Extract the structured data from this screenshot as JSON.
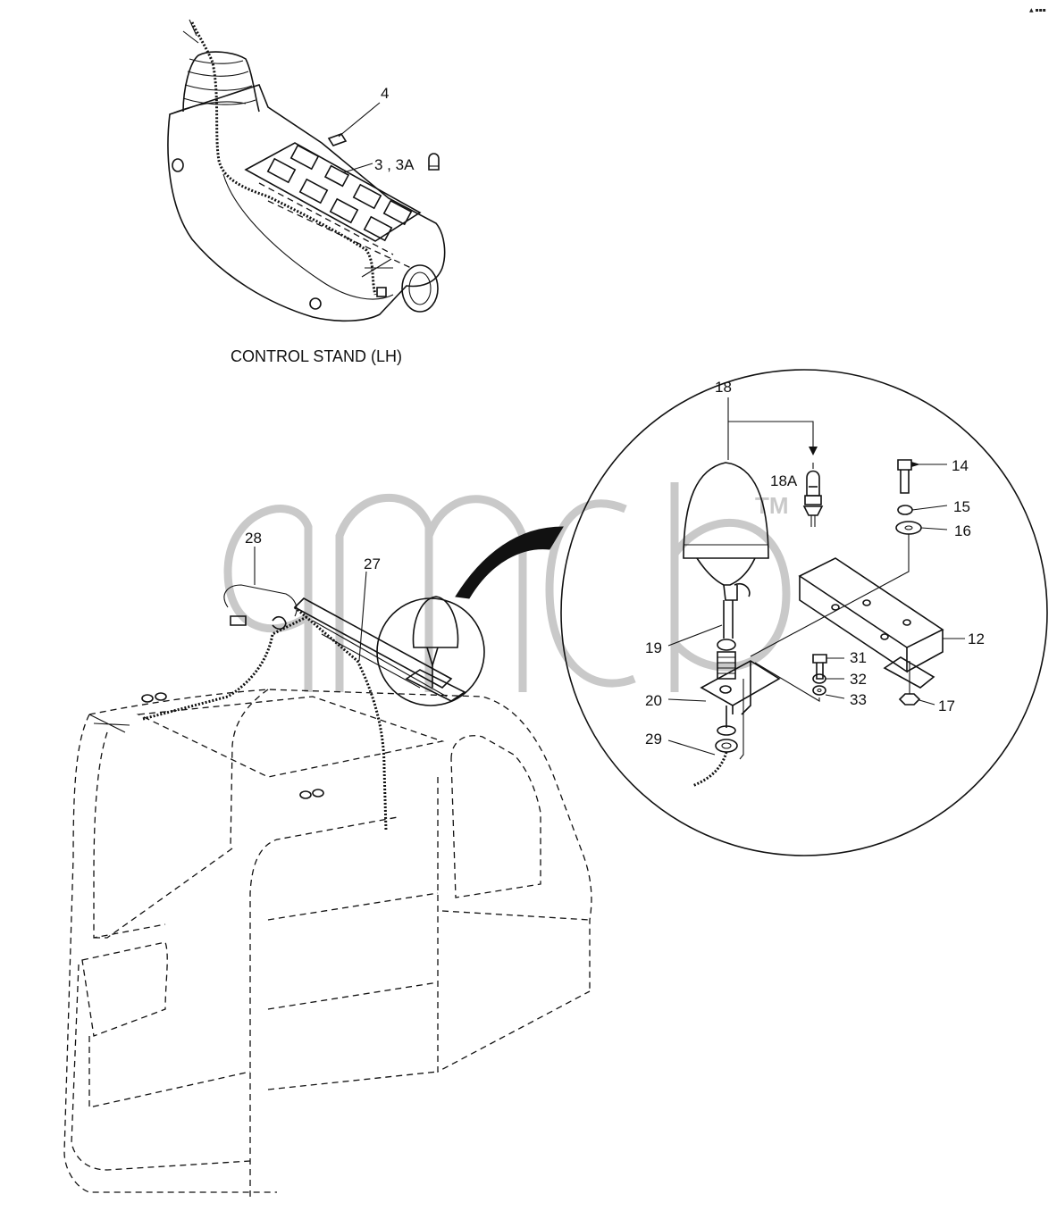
{
  "caption": "CONTROL STAND (LH)",
  "watermark": {
    "text": "TM"
  },
  "callouts": {
    "c4": "4",
    "c3": "3 , 3A",
    "c18": "18",
    "c18a": "18A",
    "c14": "14",
    "c15": "15",
    "c16": "16",
    "c12": "12",
    "c19": "19",
    "c31": "31",
    "c32": "32",
    "c20": "20",
    "c33": "33",
    "c17": "17",
    "c29": "29",
    "c28": "28",
    "c27": "27"
  }
}
